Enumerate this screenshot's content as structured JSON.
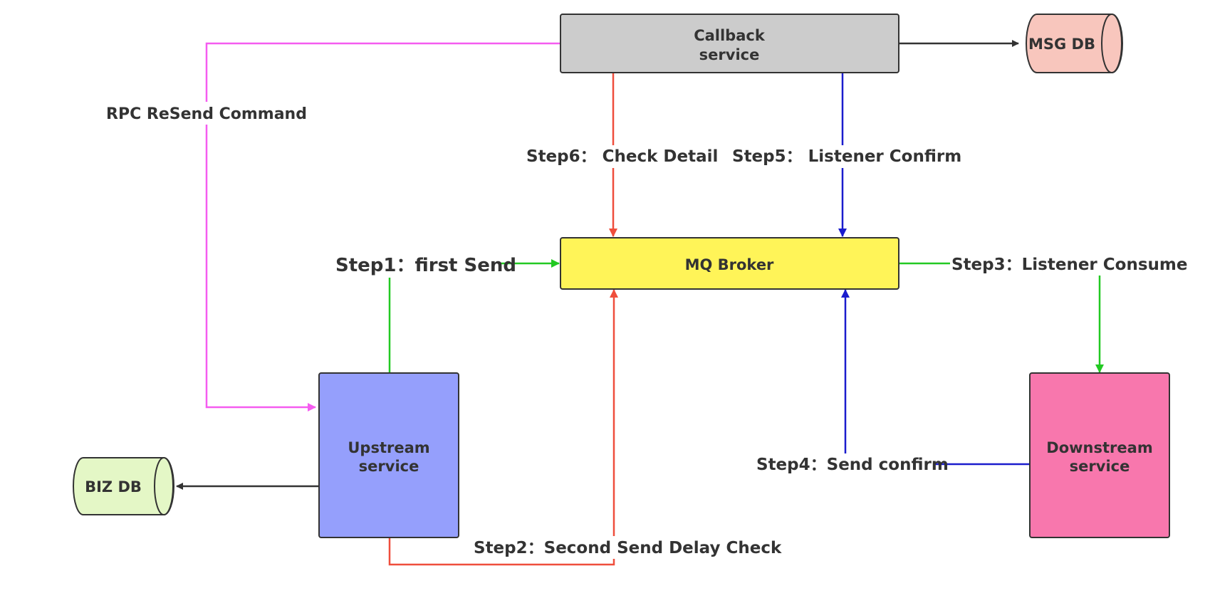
{
  "nodes": {
    "callback": {
      "line1": "Callback",
      "line2": "service",
      "fill": "#cccccc"
    },
    "msg_db": {
      "label": "MSG DB",
      "fill": "#f8c6bd"
    },
    "mq_broker": {
      "label": "MQ Broker",
      "fill": "#fff458"
    },
    "upstream": {
      "line1": "Upstream",
      "line2": "service",
      "fill": "#959ffc"
    },
    "downstream": {
      "line1": "Downstream",
      "line2": "service",
      "fill": "#f877ad"
    },
    "biz_db": {
      "label": "BIZ DB",
      "fill": "#e4f7c6"
    }
  },
  "edges": {
    "rpc_resend": {
      "label": "RPC ReSend Command",
      "color": "#f55cf0"
    },
    "step1": {
      "label": "Step1：first Send",
      "color": "#22c922"
    },
    "step2": {
      "label": "Step2：Second Send Delay Check",
      "color": "#ef4e3c"
    },
    "step3": {
      "label": "Step3：Listener Consume",
      "color": "#22c922"
    },
    "step4": {
      "label": "Step4：Send confirm",
      "color": "#1a1ccd"
    },
    "step5": {
      "label": "Step5：  Listener Confirm",
      "color": "#1a1ccd"
    },
    "step6": {
      "label": "Step6：  Check Detail",
      "color": "#ef4e3c"
    },
    "to_msg_db": {
      "color": "#333333"
    },
    "to_biz_db": {
      "color": "#333333"
    }
  }
}
